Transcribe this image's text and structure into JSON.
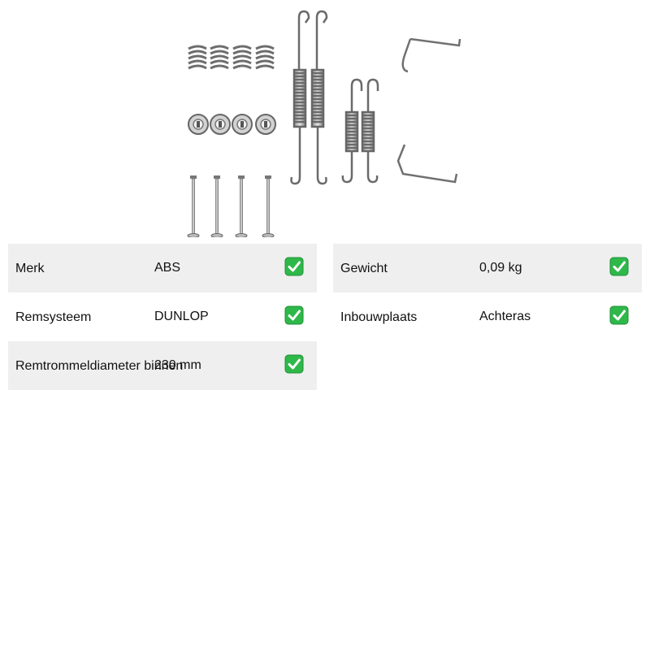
{
  "product_image": {
    "icon": "brake-shoe-fitting-kit-image"
  },
  "specs_left": [
    {
      "label": "Merk",
      "value": "ABS",
      "icon": "check-icon"
    },
    {
      "label": "Remsysteem",
      "value": "DUNLOP",
      "icon": "check-icon"
    },
    {
      "label": "Remtrommeldiameter binnen",
      "value": "230 mm",
      "icon": "check-icon"
    }
  ],
  "specs_right": [
    {
      "label": "Gewicht",
      "value": "0,09 kg",
      "icon": "check-icon"
    },
    {
      "label": "Inbouwplaats",
      "value": "Achteras",
      "icon": "check-icon"
    }
  ],
  "colors": {
    "row_shade": "#efefef",
    "check_green": "#2fb84a",
    "check_border": "#1f8f36"
  }
}
